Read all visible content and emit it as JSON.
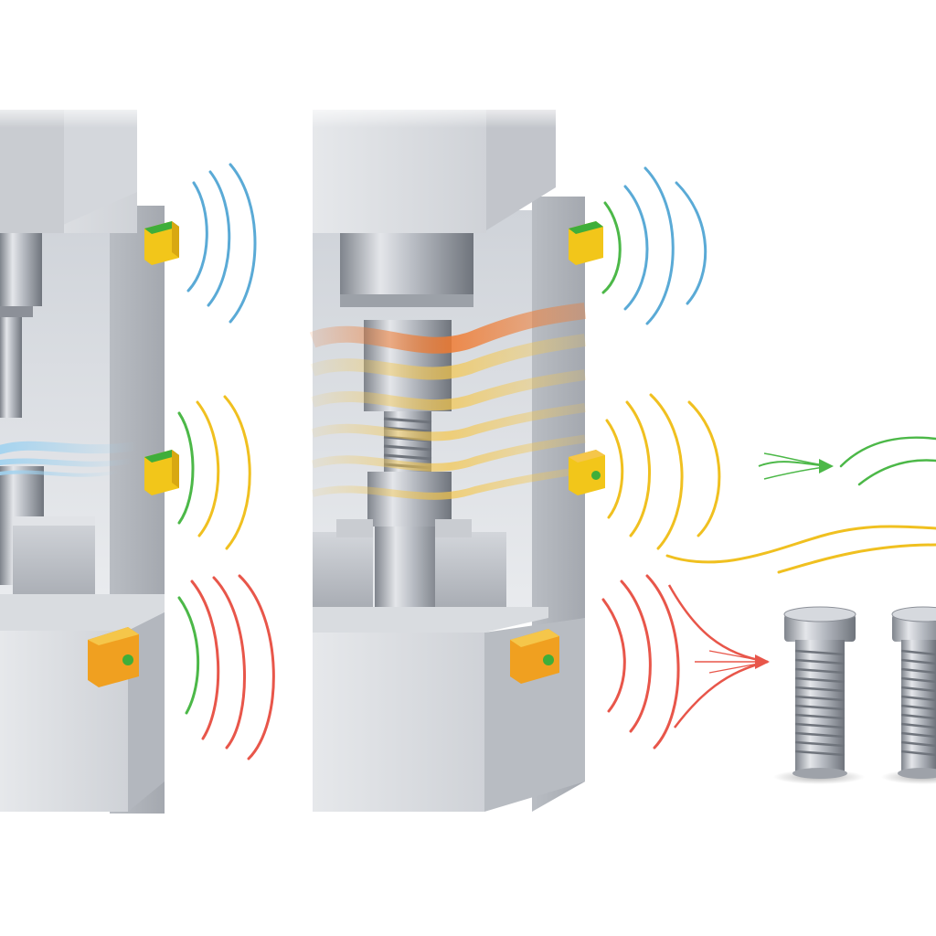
{
  "colors": {
    "background": "#ffffff",
    "machine_light": "#dfe1e5",
    "machine_mid": "#c4c7cd",
    "machine_dark": "#9ea2a9",
    "steel_light": "#e4e6ea",
    "steel_dark": "#7f848c",
    "sensor_yellow": "#f2c61a",
    "sensor_orange": "#f0a020",
    "sensor_green": "#3fae3a",
    "wave_blue": "#5aaad6",
    "wave_yellow": "#f0c020",
    "wave_green": "#4cb848",
    "wave_red": "#e8564a",
    "heat_orange": "#f07a30",
    "heat_yellow": "#f5c64a",
    "coolant_blue": "#9fd2f0"
  },
  "diagram": {
    "units": [
      {
        "name": "press-unit-left",
        "state": "coolant flow"
      },
      {
        "name": "press-unit-middle",
        "state": "heat"
      }
    ],
    "sensors": [
      {
        "unit": "press-unit-left",
        "level": "top",
        "wave_color": "wave_blue"
      },
      {
        "unit": "press-unit-left",
        "level": "middle",
        "wave_color": "wave_yellow"
      },
      {
        "unit": "press-unit-left",
        "level": "bottom",
        "wave_color": "wave_red"
      },
      {
        "unit": "press-unit-middle",
        "level": "top",
        "wave_color": "wave_blue"
      },
      {
        "unit": "press-unit-middle",
        "level": "middle",
        "wave_color": "wave_yellow"
      },
      {
        "unit": "press-unit-middle",
        "level": "bottom",
        "wave_color": "wave_red"
      }
    ],
    "outputs": [
      {
        "name": "finished-bolt-1"
      },
      {
        "name": "finished-bolt-2"
      }
    ]
  },
  "icons": [
    "sensor-icon",
    "signal-wave-icon",
    "arrow-icon",
    "bolt-icon"
  ]
}
